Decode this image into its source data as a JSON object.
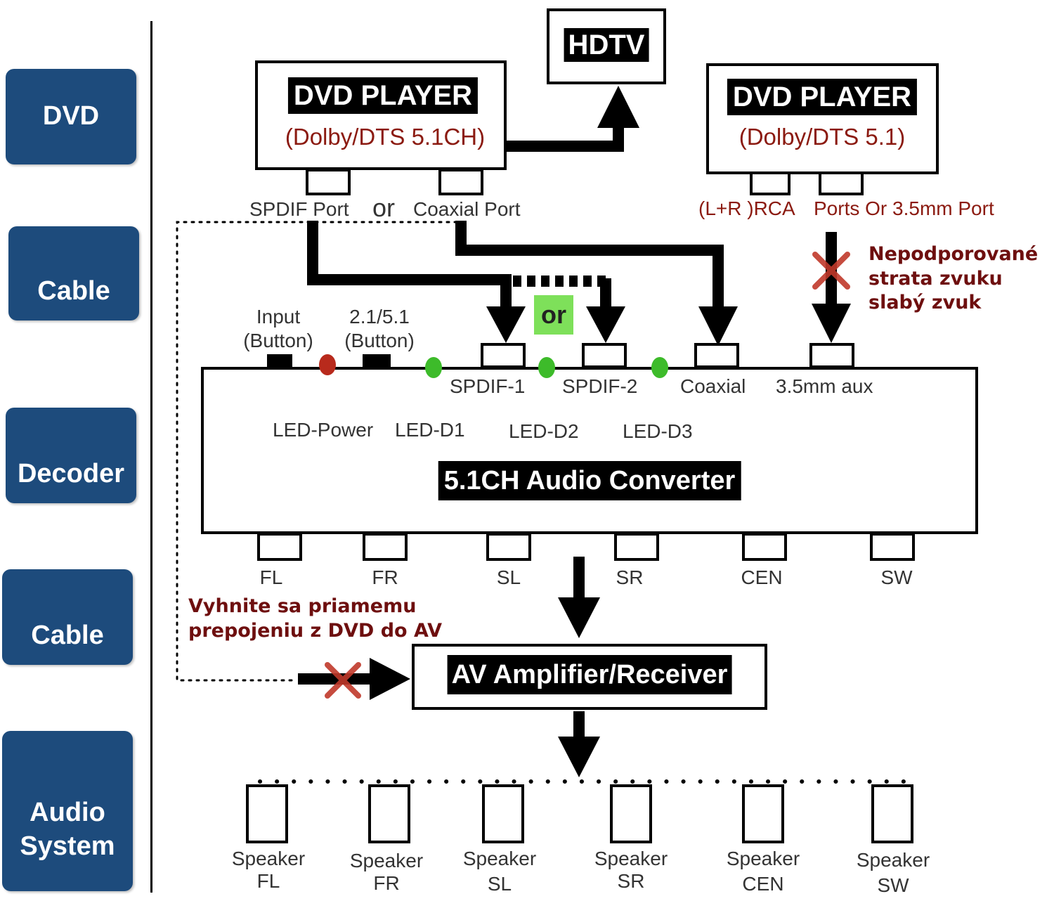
{
  "sidebar": {
    "dvd": "DVD",
    "cable1": "Cable",
    "decoder": "Decoder",
    "cable2": "Cable",
    "audio_system": "Audio System"
  },
  "hdtv": "HDTV",
  "dvd_left": {
    "title": "DVD  PLAYER",
    "subtitle": "(Dolby/DTS 5.1CH)"
  },
  "dvd_right": {
    "title": "DVD  PLAYER",
    "subtitle": "(Dolby/DTS 5.1)"
  },
  "ports": {
    "spdif_port": "SPDIF Port",
    "or_word": "or",
    "coaxial_port": "Coaxial Port",
    "rca": "(L+R )RCA",
    "ports_35": "Ports Or 3.5mm Port"
  },
  "notes": {
    "unsupported": [
      "Nepodporované",
      "strata zvuku",
      "slabý zvuk"
    ],
    "avoid": [
      "Vyhnite sa priamemu",
      "prepojeniu z DVD do AV"
    ]
  },
  "or_badge": "or",
  "buttons": {
    "input": [
      "Input",
      "(Button)"
    ],
    "mode": [
      "2.1/5.1",
      "(Button)"
    ]
  },
  "inputs": [
    "SPDIF-1",
    "SPDIF-2",
    "Coaxial",
    "3.5mm aux"
  ],
  "leds": {
    "power": "LED-Power",
    "d1": "LED-D1",
    "d2": "LED-D2",
    "d3": "LED-D3"
  },
  "colors": {
    "led_power": "#b82a1c",
    "led_ok": "#3dbb2a",
    "or_badge": "#7ee05a",
    "sidebar": "#1d4b7c",
    "note_text": "#6e0f0f"
  },
  "converter_title": "5.1CH Audio Converter",
  "outputs": [
    "FL",
    "FR",
    "SL",
    "SR",
    "CEN",
    "SW"
  ],
  "amp_title": "AV Amplifier/Receiver",
  "speakers": [
    {
      "line1": "Speaker",
      "line2": "FL"
    },
    {
      "line1": "Speaker",
      "line2": "FR"
    },
    {
      "line1": "Speaker",
      "line2": "SL"
    },
    {
      "line1": "Speaker",
      "line2": "SR"
    },
    {
      "line1": "Speaker",
      "line2": "CEN"
    },
    {
      "line1": "Speaker",
      "line2": "SW"
    }
  ],
  "icons": {
    "cross": "x-mark-icon",
    "arrow": "arrow-down-icon"
  }
}
